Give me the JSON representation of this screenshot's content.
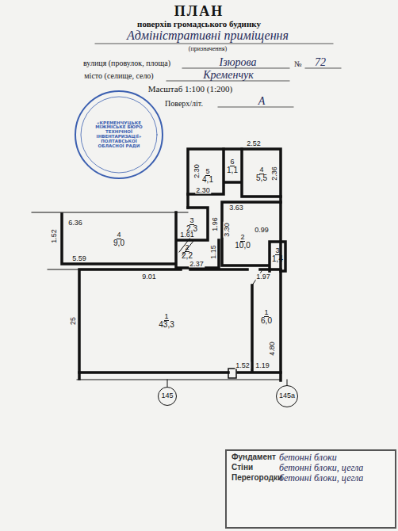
{
  "diagram": {
    "title": "ПЛАН",
    "nodes": [
      {
        "text": [
          "«КРЕМЕНЧУЦЬКЕ МІЖМІСЬКЕ БЮРО ТЕХНІЧНОЇ ІНВЕНТАРИЗАЦІЇ» ПОЛТАВСЬКОЇ ОБЛАСНОЇ РАДИ"
        ]
      },
      {
        "text": [
          "5",
          "4,1"
        ]
      },
      {
        "text": [
          "6",
          "1,1"
        ]
      },
      {
        "text": [
          "4",
          "5,5"
        ]
      },
      {
        "text": [
          "3",
          "2,3"
        ]
      },
      {
        "text": [
          "4",
          "9,0"
        ]
      },
      {
        "text": [
          "2",
          "2,2"
        ]
      },
      {
        "text": [
          "2",
          "10,0"
        ]
      },
      {
        "text": [
          "3",
          "1,4"
        ]
      },
      {
        "text": [
          "1",
          "43,3"
        ]
      },
      {
        "text": [
          "1",
          "6,0"
        ]
      },
      {
        "text": [
          "145"
        ]
      },
      {
        "text": [
          "145а"
        ]
      },
      {
        "text": [
          "Фундамент",
          "бетонні блоки",
          "Стіни",
          "бетонні блоки, цегла",
          "Перегородки",
          "бетонні блоки, цегла"
        ]
      }
    ],
    "labels": [
      "поверхів громадського будинку",
      "Адміністративні приміщення",
      "(призначення)",
      "вулиця (провулок, площа)",
      "Ізюрова",
      "№",
      "72",
      "місто (селище, село)",
      "Кременчук",
      "Масштаб 1:100 (1:200)",
      "Поверх/літ.",
      "А",
      "2.52",
      "2.30",
      "2.36",
      "2.30",
      "3.63",
      "6.36",
      "1.52",
      "1.61",
      "1.96",
      "3.30",
      "0.99",
      "5.59",
      "1.15",
      "2.37",
      "9.01",
      "1.97",
      "25",
      "4.80",
      "1.52",
      "1.19"
    ]
  }
}
